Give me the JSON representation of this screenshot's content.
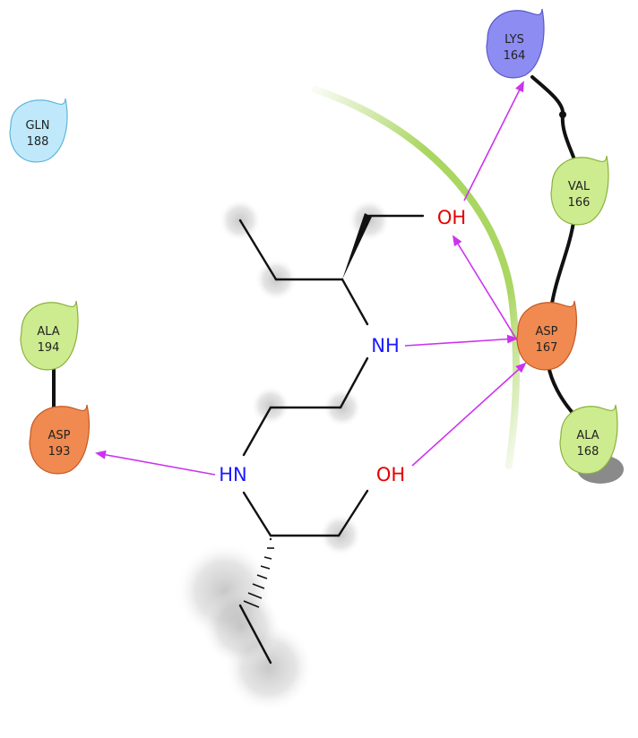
{
  "residues": {
    "gln188": {
      "name": "GLN",
      "number": "188",
      "color": "#bfe9fa",
      "stroke": "#5fb6da"
    },
    "lys164": {
      "name": "LYS",
      "number": "164",
      "color": "#8d8cf2",
      "stroke": "#5a59c9"
    },
    "val166": {
      "name": "VAL",
      "number": "166",
      "color": "#cdeb8f",
      "stroke": "#8ab23b"
    },
    "asp167": {
      "name": "ASP",
      "number": "167",
      "color": "#f08a50",
      "stroke": "#c35a24"
    },
    "ala168": {
      "name": "ALA",
      "number": "168",
      "color": "#cdeb8f",
      "stroke": "#8ab23b"
    },
    "ala194": {
      "name": "ALA",
      "number": "194",
      "color": "#cdeb8f",
      "stroke": "#8ab23b"
    },
    "asp193": {
      "name": "ASP",
      "number": "193",
      "color": "#f08a50",
      "stroke": "#c35a24"
    }
  },
  "atoms": {
    "oh_top": "OH",
    "nh": "NH",
    "hn": "HN",
    "oh_bottom": "OH"
  },
  "colors": {
    "hbond": "#cc33ee",
    "pocket": "#86c51f",
    "nitrogen": "#1a1aff",
    "oxygen": "#e60000"
  }
}
